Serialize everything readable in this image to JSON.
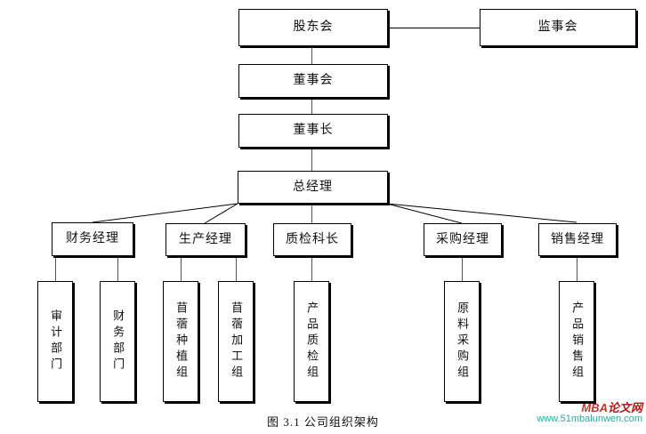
{
  "chart_data": {
    "type": "diagram",
    "title": "图 3.1  公司组织架构",
    "nodes": [
      {
        "id": "shareholders",
        "label": "股东会",
        "level": 1,
        "orient": "horizontal"
      },
      {
        "id": "supervisors",
        "label": "监事会",
        "level": 1,
        "orient": "horizontal"
      },
      {
        "id": "board",
        "label": "董事会",
        "level": 2,
        "orient": "horizontal"
      },
      {
        "id": "chairman",
        "label": "董事长",
        "level": 3,
        "orient": "horizontal"
      },
      {
        "id": "gm",
        "label": "总经理",
        "level": 4,
        "orient": "horizontal"
      },
      {
        "id": "fin_mgr",
        "label": "财务经理",
        "level": 5,
        "orient": "horizontal"
      },
      {
        "id": "prod_mgr",
        "label": "生产经理",
        "level": 5,
        "orient": "horizontal"
      },
      {
        "id": "qc_chief",
        "label": "质检科长",
        "level": 5,
        "orient": "horizontal"
      },
      {
        "id": "purch_mgr",
        "label": "采购经理",
        "level": 5,
        "orient": "horizontal"
      },
      {
        "id": "sales_mgr",
        "label": "销售经理",
        "level": 5,
        "orient": "horizontal"
      },
      {
        "id": "audit_dept",
        "label": "审计部门",
        "level": 6,
        "orient": "vertical"
      },
      {
        "id": "fin_dept",
        "label": "财务部门",
        "level": 6,
        "orient": "vertical"
      },
      {
        "id": "alfalfa_grow",
        "label": "苜蓿种植组",
        "level": 6,
        "orient": "vertical"
      },
      {
        "id": "alfalfa_proc",
        "label": "苜蓿加工组",
        "level": 6,
        "orient": "vertical"
      },
      {
        "id": "prod_qc",
        "label": "产品质检组",
        "level": 6,
        "orient": "vertical"
      },
      {
        "id": "mat_purch",
        "label": "原料采购组",
        "level": 6,
        "orient": "vertical"
      },
      {
        "id": "prod_sales",
        "label": "产品销售组",
        "level": 6,
        "orient": "vertical"
      }
    ],
    "edges": [
      {
        "from": "shareholders",
        "to": "supervisors",
        "style": "horizontal"
      },
      {
        "from": "shareholders",
        "to": "board",
        "style": "vertical"
      },
      {
        "from": "board",
        "to": "chairman",
        "style": "vertical"
      },
      {
        "from": "chairman",
        "to": "gm",
        "style": "vertical"
      },
      {
        "from": "gm",
        "to": "fin_mgr",
        "style": "diagonal"
      },
      {
        "from": "gm",
        "to": "prod_mgr",
        "style": "diagonal"
      },
      {
        "from": "gm",
        "to": "qc_chief",
        "style": "vertical"
      },
      {
        "from": "gm",
        "to": "purch_mgr",
        "style": "diagonal"
      },
      {
        "from": "gm",
        "to": "sales_mgr",
        "style": "diagonal"
      },
      {
        "from": "fin_mgr",
        "to": "audit_dept",
        "style": "vertical"
      },
      {
        "from": "fin_mgr",
        "to": "fin_dept",
        "style": "vertical"
      },
      {
        "from": "prod_mgr",
        "to": "alfalfa_grow",
        "style": "vertical"
      },
      {
        "from": "prod_mgr",
        "to": "alfalfa_proc",
        "style": "vertical"
      },
      {
        "from": "qc_chief",
        "to": "prod_qc",
        "style": "vertical"
      },
      {
        "from": "purch_mgr",
        "to": "mat_purch",
        "style": "vertical"
      },
      {
        "from": "sales_mgr",
        "to": "prod_sales",
        "style": "vertical"
      }
    ]
  },
  "org": {
    "level1": {
      "shareholders": "股东会",
      "supervisors": "监事会"
    },
    "level2": {
      "board": "董事会"
    },
    "level3": {
      "chairman": "董事长"
    },
    "level4": {
      "gm": "总经理"
    },
    "managers": [
      {
        "label": "财务经理"
      },
      {
        "label": "生产经理"
      },
      {
        "label": "质检科长"
      },
      {
        "label": "采购经理"
      },
      {
        "label": "销售经理"
      }
    ],
    "groups": [
      {
        "label": "审计部门"
      },
      {
        "label": "财务部门"
      },
      {
        "label": "苜蓿种植组"
      },
      {
        "label": "苜蓿加工组"
      },
      {
        "label": "产品质检组"
      },
      {
        "label": "原料采购组"
      },
      {
        "label": "产品销售组"
      }
    ]
  },
  "caption": {
    "text": "图 3.1  公司组织架构"
  },
  "watermark": {
    "brand_latin": "MBA",
    "brand_cn": "论文网",
    "url": "www.51mbalunwen.com",
    "brand_color": "#c0392b",
    "url_color": "#2aa9a0"
  }
}
